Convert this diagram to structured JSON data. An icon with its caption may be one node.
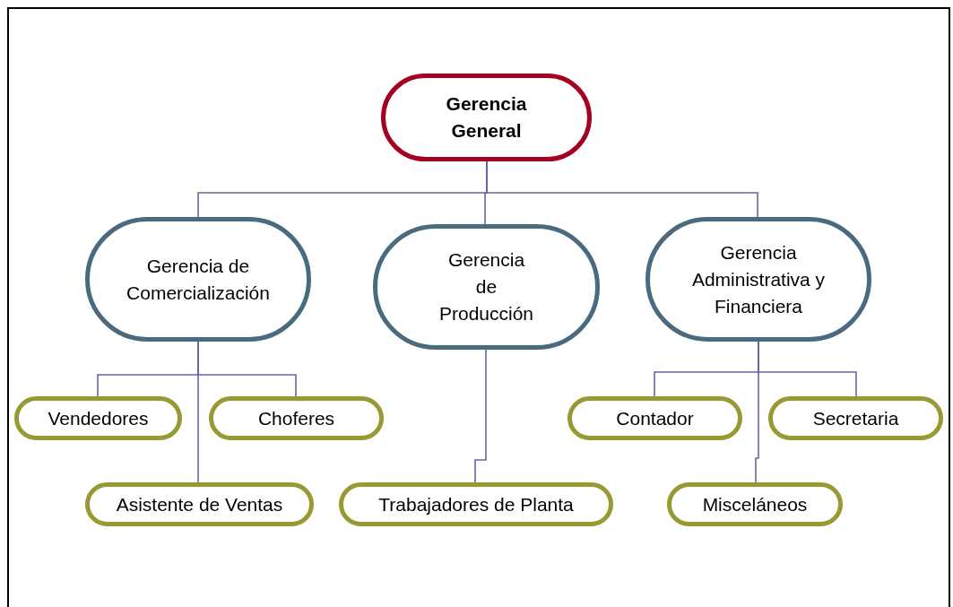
{
  "diagram": {
    "nodes": [
      {
        "text": [
          "Gerencia General"
        ]
      },
      {
        "text": [
          "Gerencia de Comercialización"
        ]
      },
      {
        "text": [
          "Gerencia de Producción"
        ]
      },
      {
        "text": [
          "Gerencia Administrativa y Financiera"
        ]
      },
      {
        "text": [
          "Vendedores"
        ]
      },
      {
        "text": [
          "Choferes"
        ]
      },
      {
        "text": [
          "Asistente de Ventas"
        ]
      },
      {
        "text": [
          "Trabajadores de Planta"
        ]
      },
      {
        "text": [
          "Contador"
        ]
      },
      {
        "text": [
          "Secretaria"
        ]
      },
      {
        "text": [
          "Misceláneos"
        ]
      }
    ],
    "edges": [
      {
        "from": 0,
        "to": 1,
        "arrow": "none"
      },
      {
        "from": 0,
        "to": 2,
        "arrow": "none"
      },
      {
        "from": 0,
        "to": 3,
        "arrow": "none"
      },
      {
        "from": 1,
        "to": 4,
        "arrow": "none"
      },
      {
        "from": 1,
        "to": 5,
        "arrow": "none"
      },
      {
        "from": 1,
        "to": 6,
        "arrow": "none"
      },
      {
        "from": 2,
        "to": 7,
        "arrow": "none"
      },
      {
        "from": 3,
        "to": 8,
        "arrow": "none"
      },
      {
        "from": 3,
        "to": 9,
        "arrow": "none"
      },
      {
        "from": 3,
        "to": 10,
        "arrow": "none"
      }
    ]
  }
}
